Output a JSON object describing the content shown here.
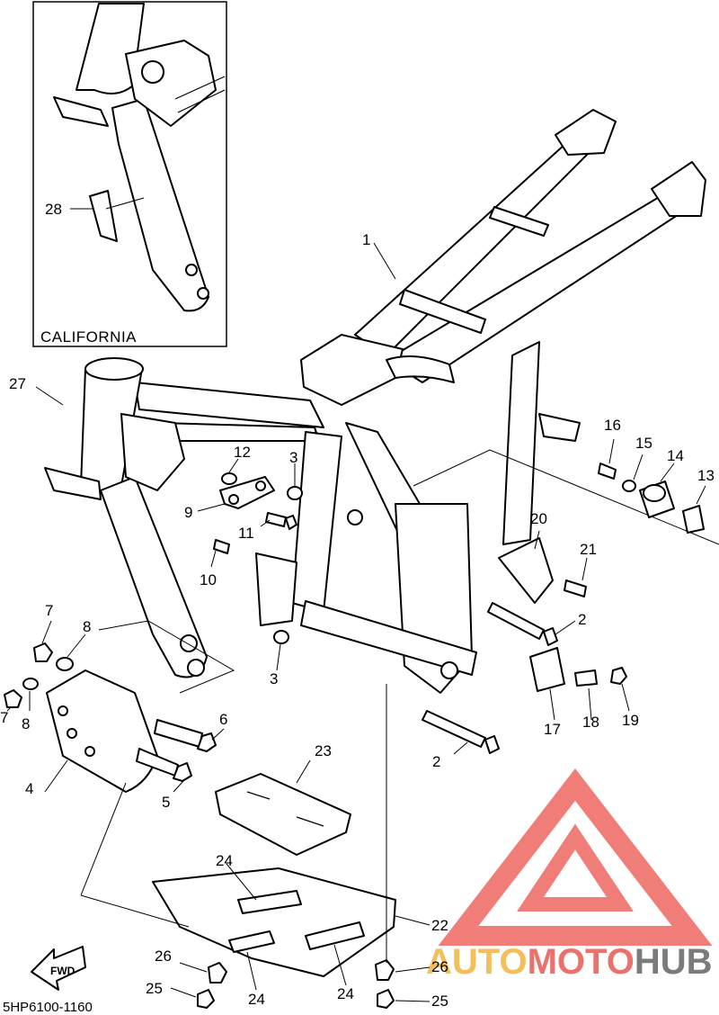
{
  "diagram": {
    "inset_label": "CALIFORNIA",
    "diagram_code": "5HP6100-1160",
    "direction_label": "FWD",
    "watermark": {
      "brand_a": "AUTO",
      "brand_b": "MOTO",
      "brand_c": "HUB",
      "color_triangle": "#ef6f6a",
      "color_orange": "#f3b74a",
      "color_red": "#e8625d",
      "color_gray": "#6d6d6d"
    },
    "callouts": {
      "c1": "1",
      "c2a": "2",
      "c2b": "2",
      "c3a": "3",
      "c3b": "3",
      "c4": "4",
      "c5": "5",
      "c6": "6",
      "c7a": "7",
      "c7b": "7",
      "c8a": "8",
      "c8b": "8",
      "c9": "9",
      "c10": "10",
      "c11": "11",
      "c12": "12",
      "c13": "13",
      "c14": "14",
      "c15": "15",
      "c16": "16",
      "c17": "17",
      "c18": "18",
      "c19": "19",
      "c20": "20",
      "c21": "21",
      "c22": "22",
      "c23": "23",
      "c24a": "24",
      "c24b": "24",
      "c24c": "24",
      "c25a": "25",
      "c25b": "25",
      "c26a": "26",
      "c26b": "26",
      "c27": "27",
      "c28": "28"
    }
  }
}
